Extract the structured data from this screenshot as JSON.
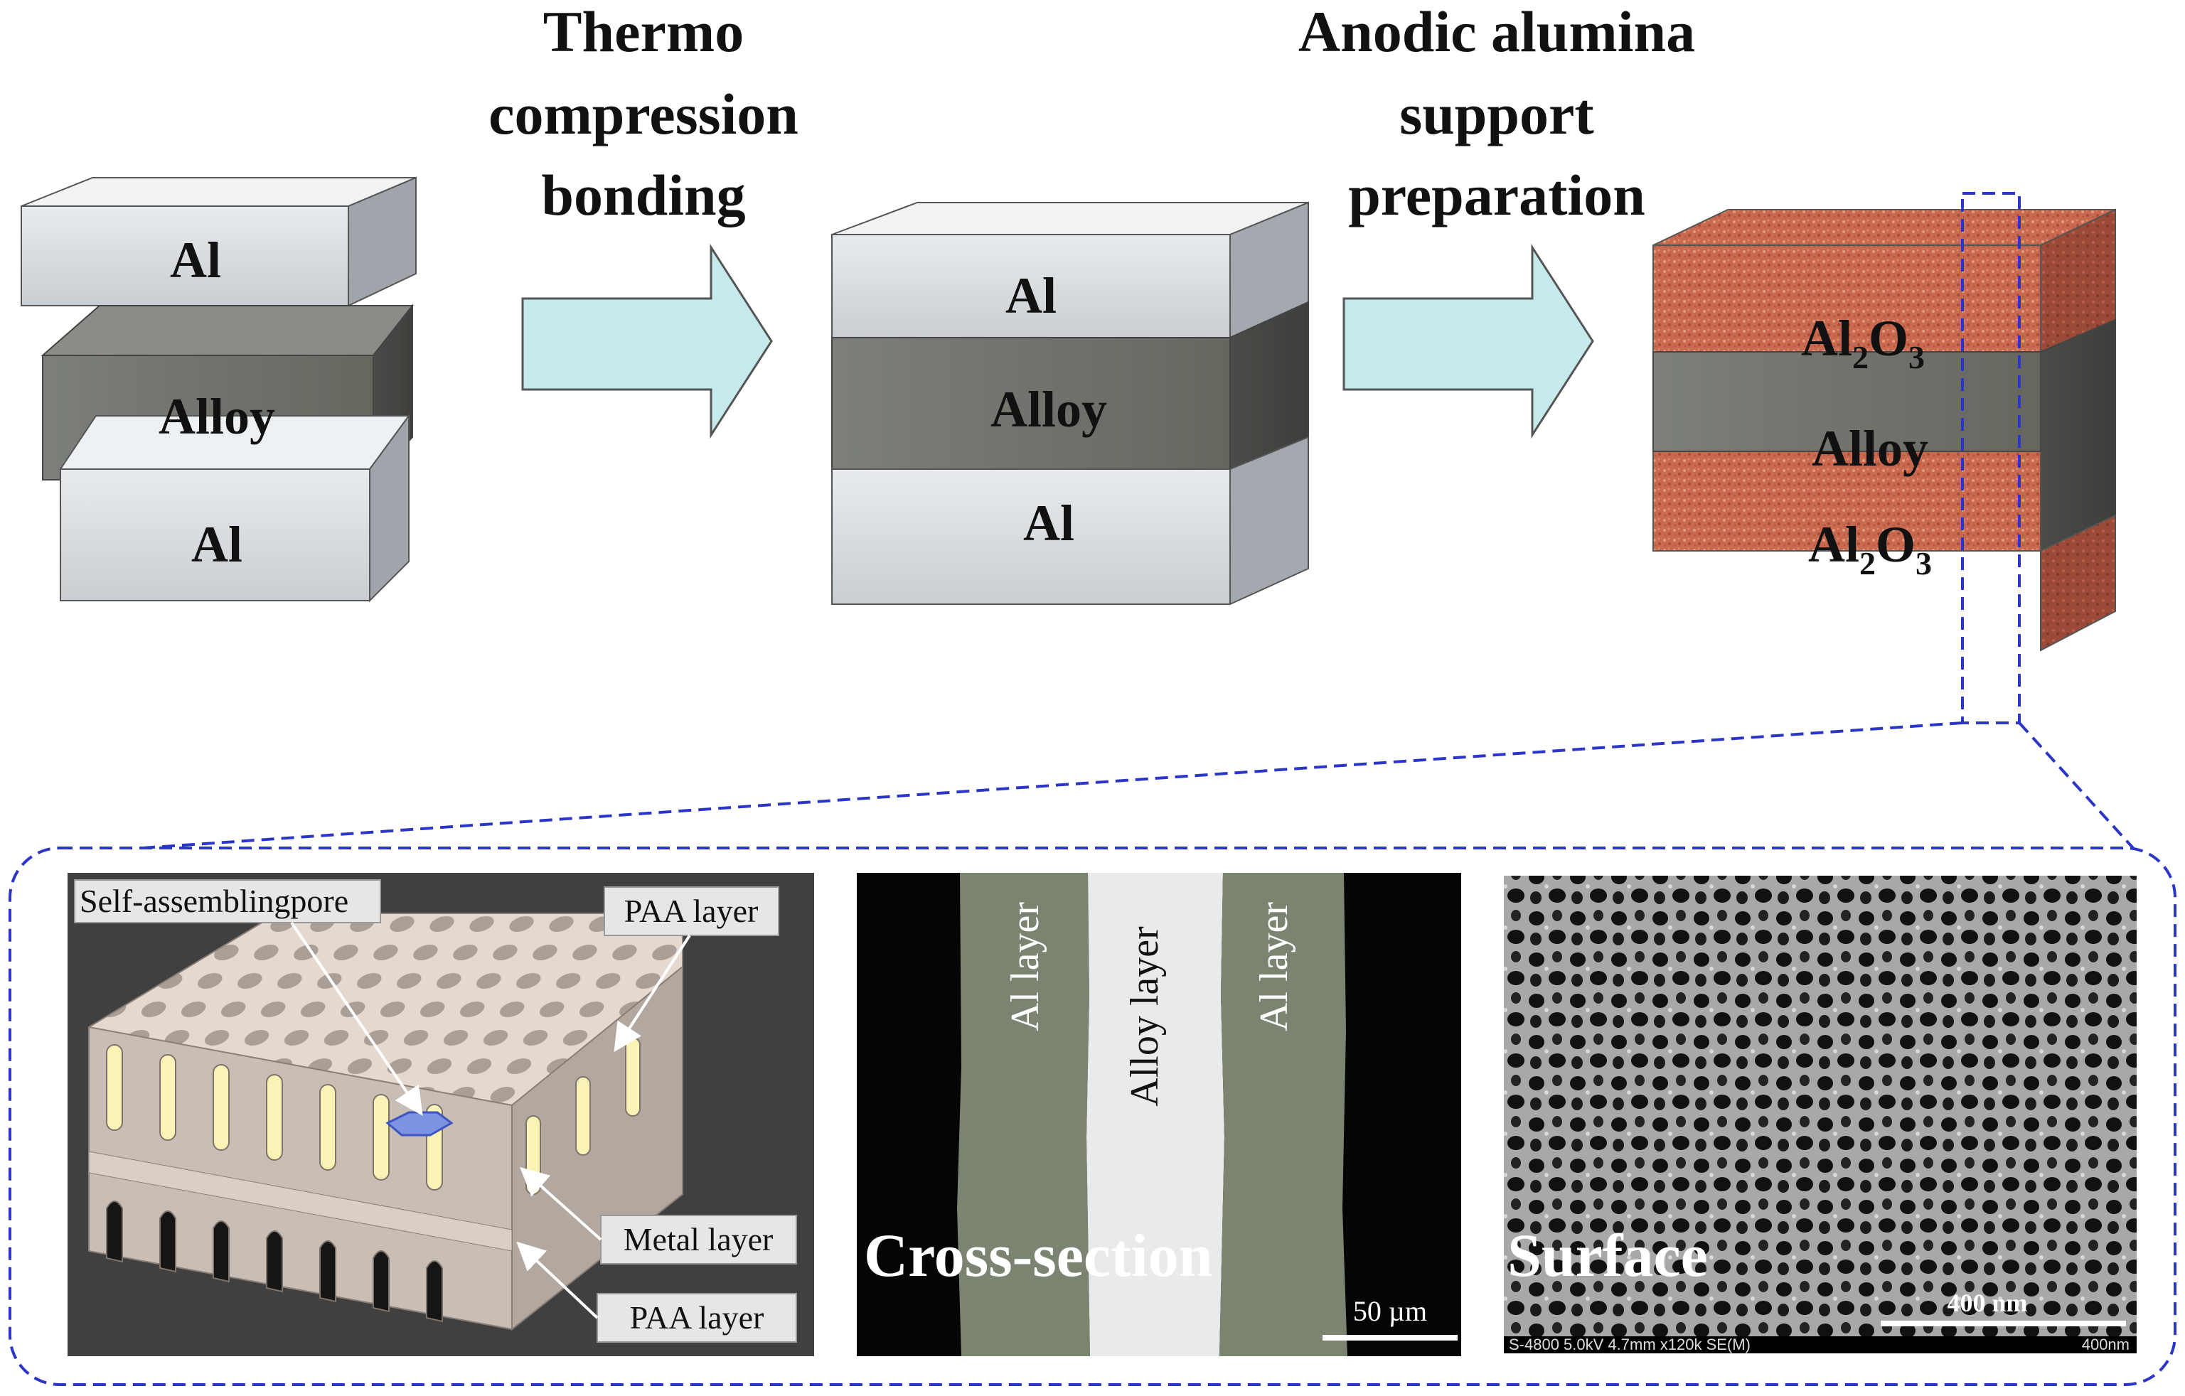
{
  "steps": {
    "step1_title": [
      "Thermo",
      "compression",
      "bonding"
    ],
    "step2_title": [
      "Anodic alumina",
      "support",
      "preparation"
    ]
  },
  "stack1": {
    "top": "Al",
    "middle": "Alloy",
    "bottom": "Al"
  },
  "stack2": {
    "top": "Al",
    "middle": "Alloy",
    "bottom": "Al"
  },
  "stack3": {
    "top_base": "Al",
    "top_sub": "2",
    "top_base2": "O",
    "top_sub2": "3",
    "middle": "Alloy",
    "bottom_base": "Al",
    "bottom_sub": "2",
    "bottom_base2": "O",
    "bottom_sub2": "3"
  },
  "panel_model": {
    "pore_label": "Self-assemblingpore",
    "paa_top": "PAA layer",
    "metal": "Metal layer",
    "paa_bottom": "PAA layer"
  },
  "panel_cross": {
    "layer_left": "Al layer",
    "layer_center": "Alloy layer",
    "layer_right": "Al layer",
    "caption": "Cross-section",
    "scale": "50 µm"
  },
  "panel_surface": {
    "caption": "Surface",
    "scale": "400 nm",
    "footer_left": "S-4800 5.0kV 4.7mm x120k SE(M)",
    "footer_right": "400nm"
  },
  "colors": {
    "al": "#d6dbe0",
    "alloy": "#6f716c",
    "oxide": "#c8694e",
    "arrow": "#c6eaec",
    "dash": "#2b35c8"
  }
}
